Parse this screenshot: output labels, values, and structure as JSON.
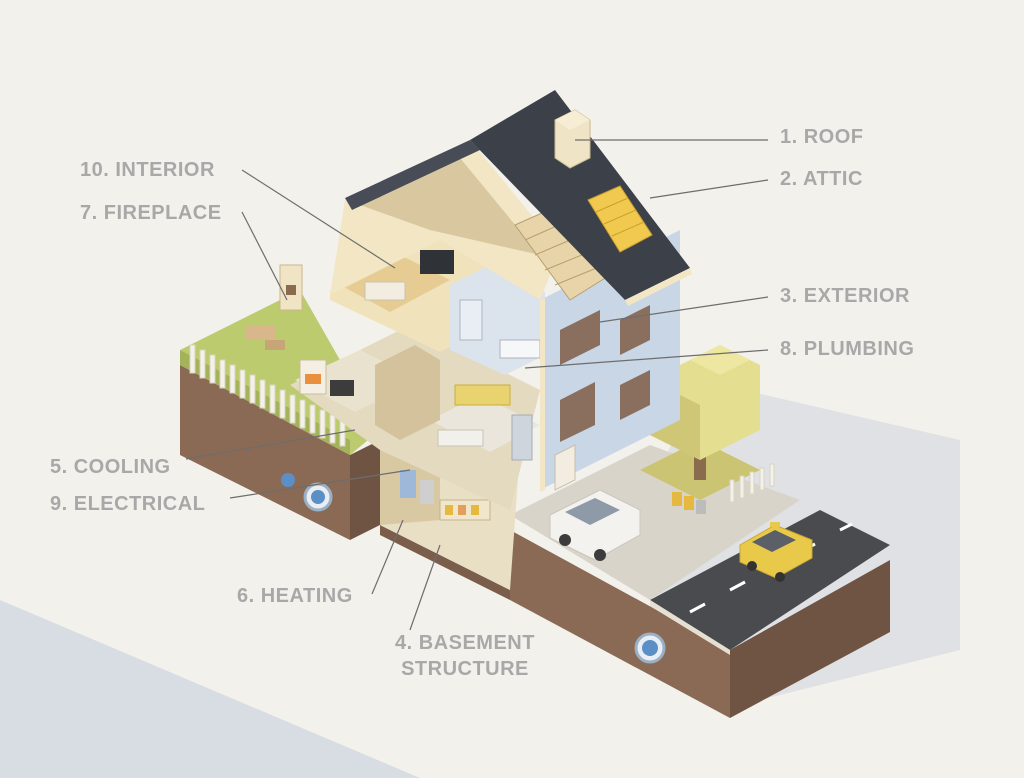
{
  "callouts": {
    "roof": "1. ROOF",
    "attic": "2. ATTIC",
    "exterior": "3. EXTERIOR",
    "plumbing": "8. PLUMBING",
    "interior": "10. INTERIOR",
    "fireplace": "7. FIREPLACE",
    "cooling": "5. COOLING",
    "electrical": "9. ELECTRICAL",
    "heating": "6. HEATING",
    "basement_line1": "4. BASEMENT",
    "basement_line2": "STRUCTURE"
  },
  "colors": {
    "background": "#f3f1ec",
    "label_gray": "#a8a8a8",
    "roof_dark": "#3b4049",
    "wall_blue": "#c9d6e6",
    "cream": "#f2e6c4",
    "soil_brown": "#8a6a55",
    "grass_green": "#bccb6e",
    "road_dark": "#4a4b4e",
    "accent_yellow": "#e9c94a"
  },
  "icons": [
    "roof-icon",
    "chimney-icon",
    "solar-panel-icon",
    "tree-icon",
    "car-icon",
    "taxi-icon",
    "fence-icon",
    "pipe-icon"
  ]
}
